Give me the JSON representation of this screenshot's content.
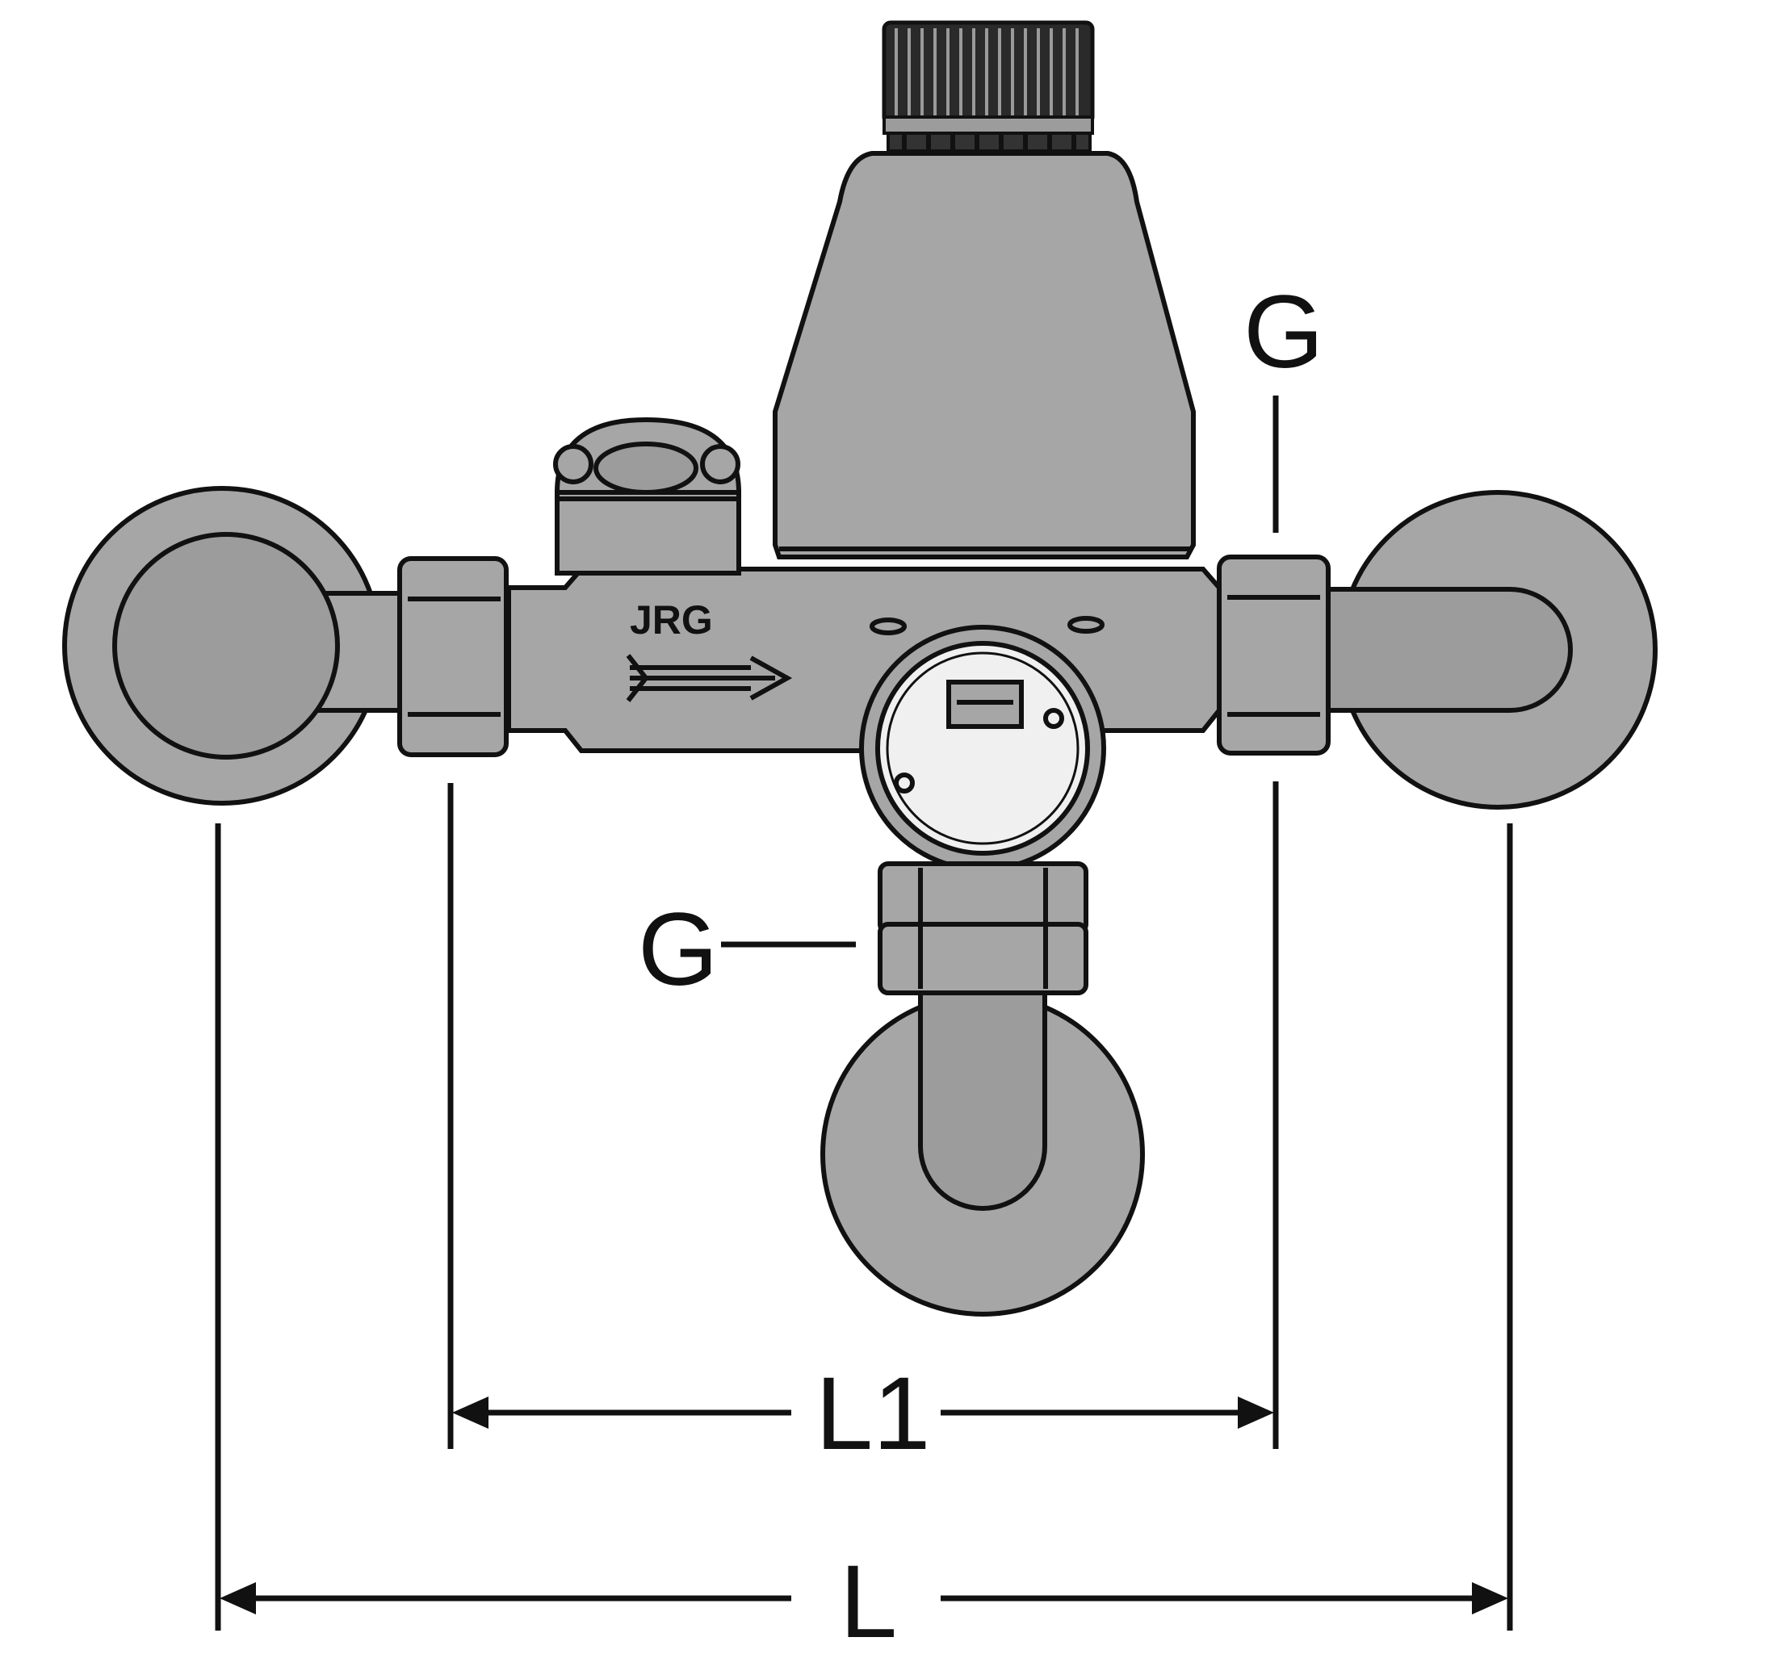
{
  "labels": {
    "thread_top_right": "G",
    "thread_bottom": "G",
    "dimension_inner": "L1",
    "dimension_overall": "L"
  },
  "logo_text": "JRG",
  "colors": {
    "metal_fill": "#a6a6a6",
    "outline": "#111111",
    "background": "#ffffff",
    "sight_glass": "#f0f0f0"
  }
}
